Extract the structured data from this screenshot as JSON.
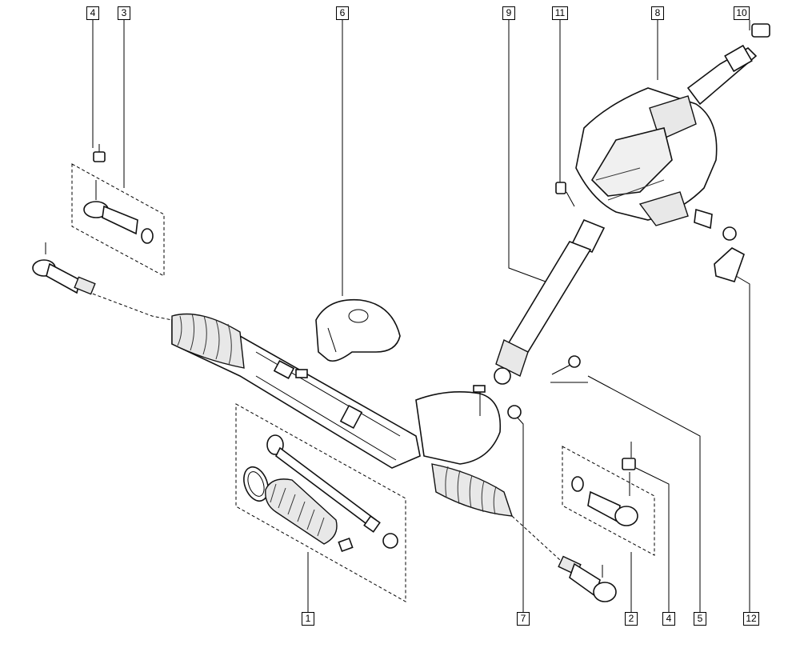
{
  "callouts": {
    "c1": "1",
    "c2": "2",
    "c3": "3",
    "c4_top": "4",
    "c4_bottom": "4",
    "c5": "5",
    "c6": "6",
    "c7": "7",
    "c8": "8",
    "c9": "9",
    "c10": "10",
    "c11": "11",
    "c12": "12"
  },
  "icons": {
    "rack": "steering-rack-drawing",
    "column": "steering-column-drawing"
  }
}
